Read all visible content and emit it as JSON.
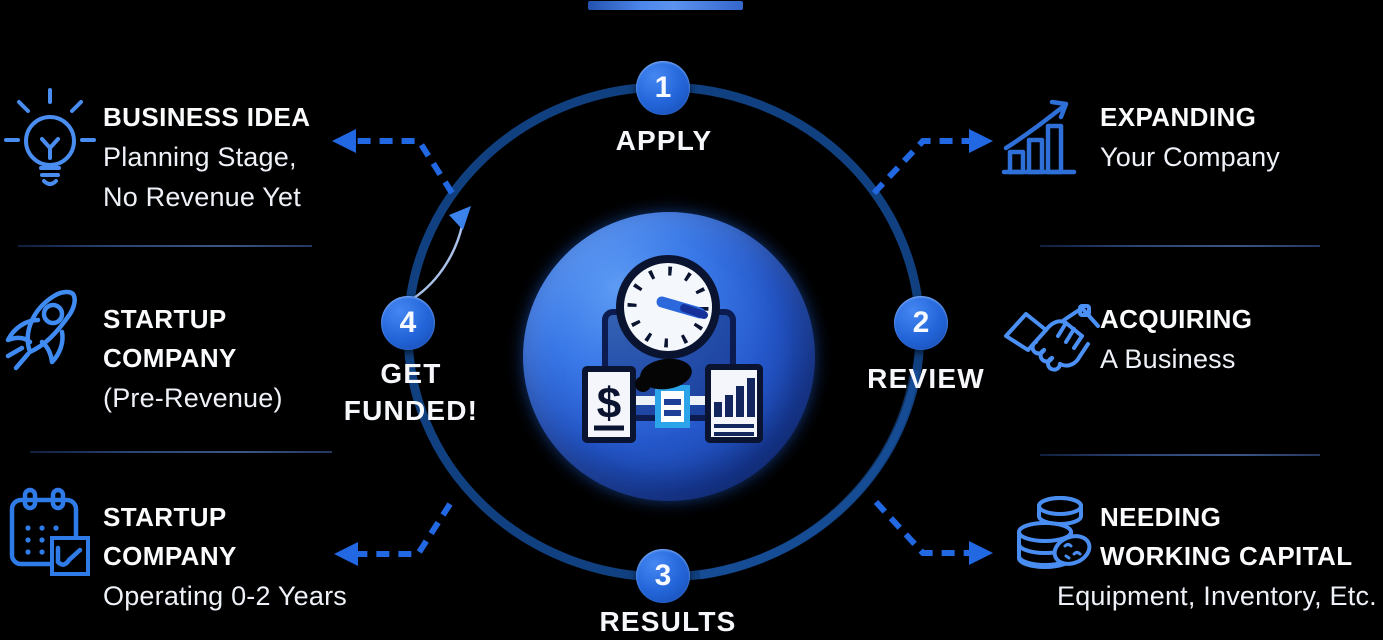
{
  "diagram": {
    "title": "funding-process-cycle",
    "steps": [
      {
        "number": "1",
        "label": "APPLY",
        "label_lines": [
          "APPLY"
        ]
      },
      {
        "number": "2",
        "label": "REVIEW",
        "label_lines": [
          "REVIEW"
        ]
      },
      {
        "number": "3",
        "label": "RESULTS",
        "label_lines": [
          "RESULTS"
        ]
      },
      {
        "number": "4",
        "label": "GET FUNDED!",
        "label_lines": [
          "GET",
          "FUNDED!"
        ]
      }
    ],
    "left_items": [
      {
        "icon": "lightbulb-icon",
        "heading": [
          "BUSINESS IDEA"
        ],
        "sub": [
          "Planning Stage,",
          "No Revenue Yet"
        ]
      },
      {
        "icon": "rocket-icon",
        "heading": [
          "STARTUP",
          "COMPANY"
        ],
        "sub": [
          "(Pre-Revenue)"
        ]
      },
      {
        "icon": "calendar-chart-icon",
        "heading": [
          "STARTUP",
          "COMPANY"
        ],
        "sub": [
          "Operating 0-2 Years"
        ]
      }
    ],
    "right_items": [
      {
        "icon": "growth-chart-icon",
        "heading": [
          "EXPANDING"
        ],
        "sub": [
          "Your Company"
        ]
      },
      {
        "icon": "handshake-icon",
        "heading": [
          "ACQUIRING"
        ],
        "sub": [
          "A Business"
        ]
      },
      {
        "icon": "coins-icon",
        "heading": [
          "NEEDING",
          "WORKING CAPITAL"
        ],
        "sub": [
          "Equipment, Inventory, Etc."
        ]
      }
    ],
    "center_icon": "finance-gauge-dashboard-illustration",
    "colors": {
      "background": "#000000",
      "accent_arrow_blue": "#2168e2",
      "ring_navy": "#10407f",
      "badge_blue": "#2264d8",
      "center_circle_blue": "#2a62d8",
      "icon_blue": "#4a8df0",
      "text_white": "#f5f7fa",
      "divider_navy": "#2d4576"
    }
  }
}
